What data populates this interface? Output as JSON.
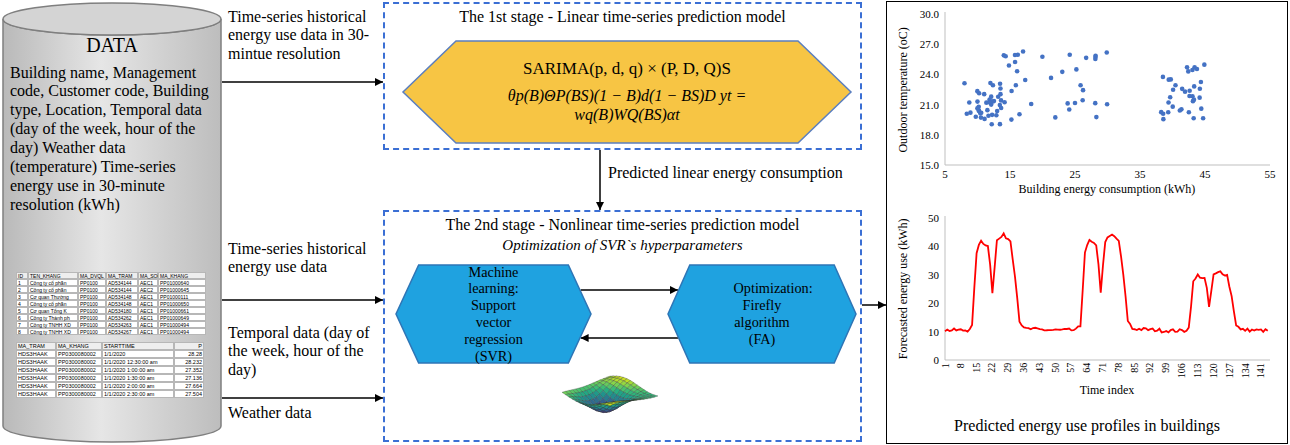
{
  "diagram": {
    "nodes": [
      {
        "text": [
          "DATA",
          "Building name, Management code, Customer code, Building type, Location, Temporal data (day of the week, hour of the day) Weather data (temperature) Time-series energy use in 30-minute resolution (kWh)"
        ]
      },
      {
        "text": [
          "The 1st stage - Linear time-series prediction model"
        ]
      },
      {
        "text": [
          "SARIMA(p, d, q) × (P, D, Q)S",
          "θp(B)ΘP(BS)(1 − B)d(1 − BS)D yt = wq(B)WQ(BS)αt"
        ],
        "in": 1
      },
      {
        "text": [
          "The 2nd stage - Nonlinear time-series prediction model",
          "Optimization of SVR`s hyperparameters"
        ]
      },
      {
        "text": [
          "Machine learning: Support vector regression (SVR)"
        ],
        "in": 3
      },
      {
        "text": [
          "Optimization: Firefly algorithm (FA)"
        ],
        "in": 3
      },
      {
        "text": [
          "Predicted energy use profiles in buildings"
        ]
      }
    ],
    "edges": [
      {
        "from": 0,
        "to": 1,
        "arrow": "to",
        "label": "Time-series historical energy use data in 30-mintue resolution"
      },
      {
        "from": 1,
        "to": 3,
        "arrow": "to",
        "label": "Predicted linear energy consumption"
      },
      {
        "from": 0,
        "to": 3,
        "arrow": "to",
        "label": "Time-series historical energy use data"
      },
      {
        "from": 0,
        "to": 3,
        "arrow": "to",
        "label": "Temporal data (day of the week, hour of the day)"
      },
      {
        "from": 4,
        "to": 5,
        "arrow": "to"
      },
      {
        "from": 5,
        "to": 4,
        "arrow": "to"
      },
      {
        "from": 3,
        "to": 6,
        "arrow": "to"
      }
    ],
    "labels": [
      "ID",
      "TEN_KHANG",
      "MA_DVQL",
      "MA_TRAM",
      "MA_SOG",
      "MA_KHANG",
      "1",
      "Công ty cổ phần",
      "PP0100",
      "AD534144",
      "AEC1",
      "PP01000640",
      "2",
      "Công ty cổ phần",
      "PP0100",
      "AD534144",
      "AEC2",
      "PP01000645",
      "3",
      "Cơ quan Thường",
      "PP0100",
      "AD534148",
      "AEC1",
      "PP01000111",
      "4",
      "Công ty cổ phần",
      "PP0100",
      "AD534148",
      "AEC1",
      "PP01000650",
      "5",
      "Cơ quan Tổng K",
      "PP0100",
      "AD534180",
      "AEC1",
      "PP01000661",
      "6",
      "Công ty Thành ph",
      "PP0100",
      "AD534262",
      "AEC1",
      "PP01000649",
      "7",
      "Công ty TNHH XD",
      "PP0100",
      "AD534263",
      "AEC1",
      "PP01000494",
      "8",
      "Công ty TNHH XD",
      "PP0100",
      "AD534267",
      "AEC1",
      "PP01000494",
      "MA_TRAM",
      "MA_KHANG",
      "STARTTIME",
      "P",
      "HDS3HAAK",
      "PP0300080002",
      "1/1/2020",
      "28.28",
      "HDS3HAAK",
      "PP0300080002",
      "1/1/2020 12:30:00 am",
      "28.232",
      "HDS3HAAK",
      "PP0300080002",
      "1/1/2020 1:00:00 am",
      "27.352",
      "HDS3HAAK",
      "PP0300080002",
      "1/1/2020 1:30:00 am",
      "27.136",
      "HDS3HAAK",
      "PP0300080002",
      "1/1/2020 2:00:00 am",
      "27.664",
      "HDS3HAAK",
      "PP0300080002",
      "1/1/2020 2:30:00 am",
      "27.504",
      "Weather data",
      "15.0",
      "18.0",
      "21.0",
      "24.0",
      "27.0",
      "30.0",
      "5",
      "15",
      "25",
      "35",
      "45",
      "55",
      "Outdoor temperature (oC)",
      "Building energy consumption (kWh)",
      "0",
      "10",
      "20",
      "30",
      "40",
      "50",
      "1",
      "8",
      "15",
      "22",
      "29",
      "36",
      "43",
      "50",
      "57",
      "64",
      "71",
      "78",
      "85",
      "92",
      "99",
      "106",
      "113",
      "120",
      "127",
      "134",
      "141",
      "Forecasted energy use (kWh)",
      "Time index"
    ]
  }
}
